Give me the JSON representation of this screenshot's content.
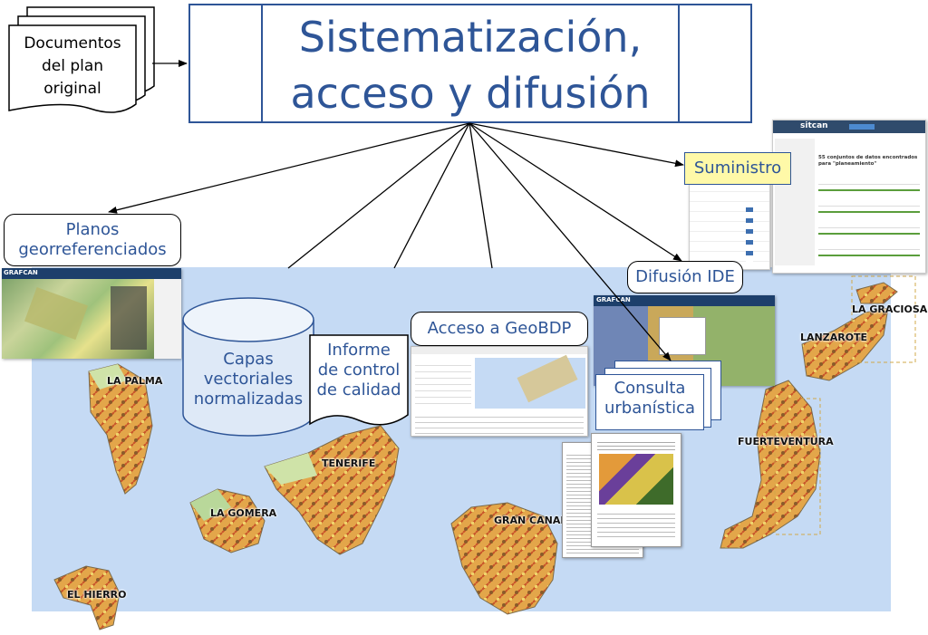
{
  "title": {
    "line1": "Sistematización,",
    "line2": "acceso y difusión"
  },
  "documents": {
    "line1": "Documentos",
    "line2": "del plan",
    "line3": "original"
  },
  "outputs": {
    "suministro": "Suministro",
    "planos_line1": "Planos",
    "planos_line2": "georreferenciados",
    "capas_line1": "Capas",
    "capas_line2": "vectoriales",
    "capas_line3": "normalizadas",
    "informe_line1": "Informe",
    "informe_line2": "de control",
    "informe_line3": "de calidad",
    "geobdp": "Acceso a GeoBDP",
    "difusion": "Difusión IDE",
    "consulta_line1": "Consulta",
    "consulta_line2": "urbanística"
  },
  "islands": {
    "la_palma": "LA PALMA",
    "tenerife": "TENERIFE",
    "la_gomera": "LA GOMERA",
    "el_hierro": "EL HIERRO",
    "gran_canaria": "GRAN CANARIA",
    "fuerteventura": "FUERTEVENTURA",
    "lanzarote": "LANZAROTE",
    "la_graciosa": "LA GRACIOSA"
  },
  "screens": {
    "grafcan": "GRAFCAN",
    "sitcan": "sitcan",
    "sitcan_results": "55 conjuntos de datos encontrados para \"planeamiento\""
  },
  "colors": {
    "accent": "#2e5597",
    "sea": "#c5daf4",
    "highlight": "#fff9a8"
  }
}
